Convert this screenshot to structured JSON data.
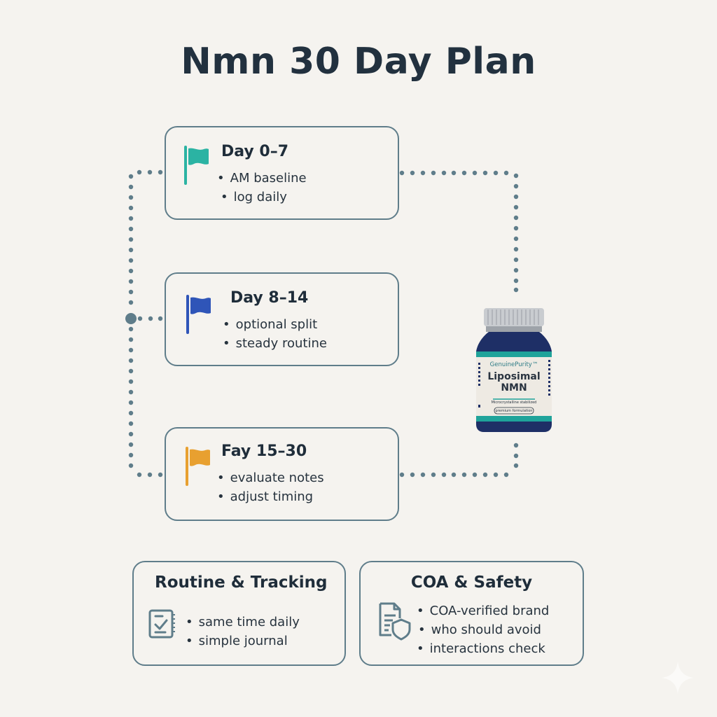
{
  "title": "Nmn 30 Day Plan",
  "colors": {
    "background": "#f5f3ef",
    "card_border": "#5f7d8a",
    "connector_dots": "#5f7d8a",
    "text_dark": "#1f2d3a",
    "flag_teal": "#2bb3a3",
    "flag_blue": "#2f55b8",
    "flag_orange": "#e8a030",
    "bottle_blue": "#1e2f66",
    "bottle_teal": "#1fa39a"
  },
  "phases": [
    {
      "title": "Day 0–7",
      "flag_icon": "teal-flag-icon",
      "bullets": [
        "AM baseline",
        "log daily"
      ]
    },
    {
      "title": "Day 8–14",
      "flag_icon": "blue-flag-icon",
      "bullets": [
        "optional split",
        "steady routine"
      ]
    },
    {
      "title": "Fay 15–30",
      "flag_icon": "orange-flag-icon",
      "bullets": [
        "evaluate notes",
        "adjust timing"
      ]
    }
  ],
  "product": {
    "brand": "GenuinePurity™",
    "name_line1": "Liposimal",
    "name_line2": "NMN",
    "fine_print": "Microcrystalline stabilized",
    "badge": "premium formulation"
  },
  "info_cards": [
    {
      "title": "Routine & Tracking",
      "icon": "checklist-notebook-icon",
      "bullets": [
        "same time daily",
        "simple journal"
      ]
    },
    {
      "title": "COA & Safety",
      "icon": "document-shield-icon",
      "bullets": [
        "COA-verified brand",
        "who should avoid",
        "interactions check"
      ]
    }
  ]
}
